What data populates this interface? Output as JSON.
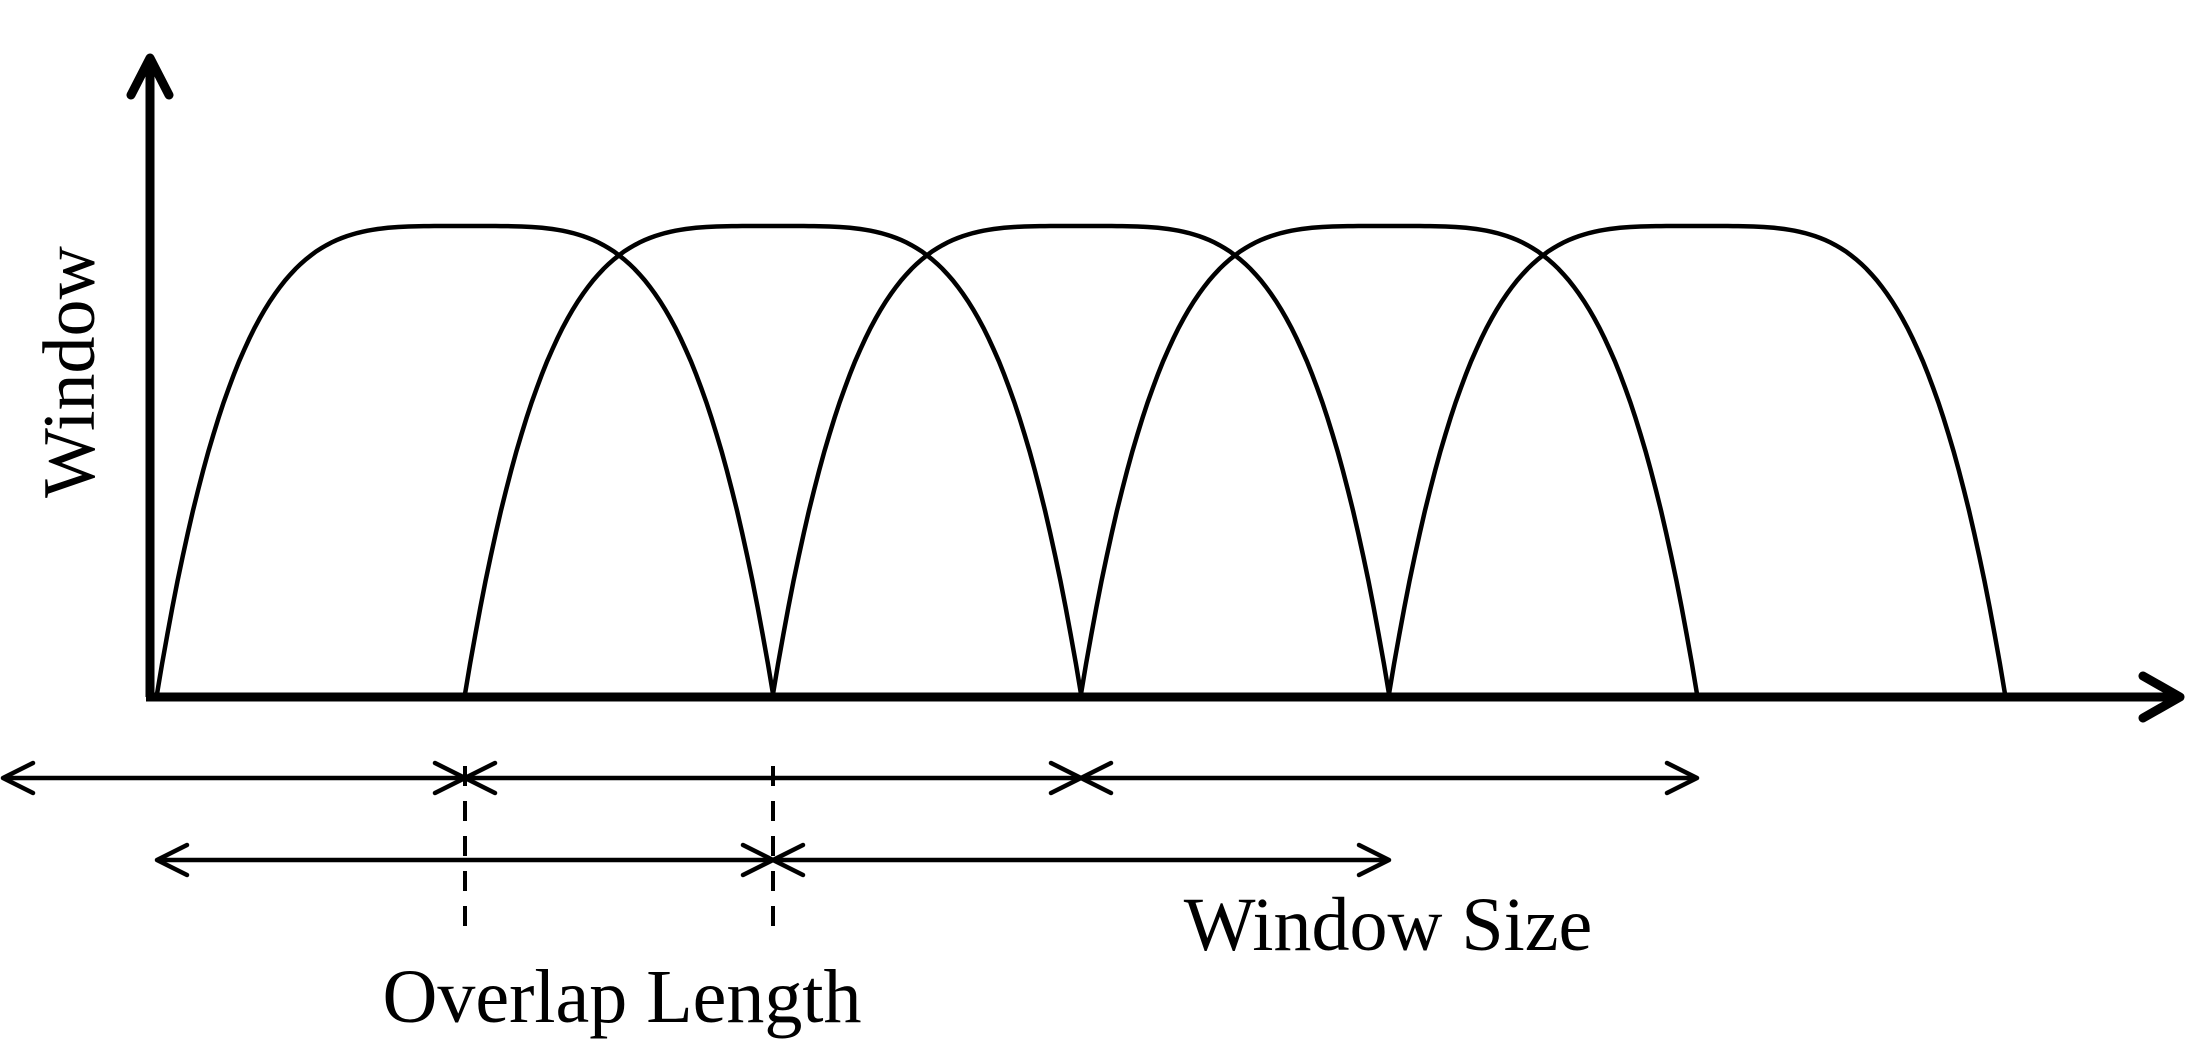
{
  "labels": {
    "y_axis": "Window",
    "window_size": "Window Size",
    "overlap_length": "Overlap Length"
  },
  "windows": {
    "count": 5,
    "hop": 1,
    "length": 2
  },
  "spans": {
    "top_row": [
      [
        -0.5,
        1
      ],
      [
        1,
        3
      ],
      [
        3,
        5
      ]
    ],
    "bottom_row": [
      [
        0,
        2
      ],
      [
        2,
        4
      ]
    ],
    "overlap_markers": [
      0,
      1
    ]
  },
  "colors": {
    "ink": "#000000",
    "background": "#ffffff"
  }
}
